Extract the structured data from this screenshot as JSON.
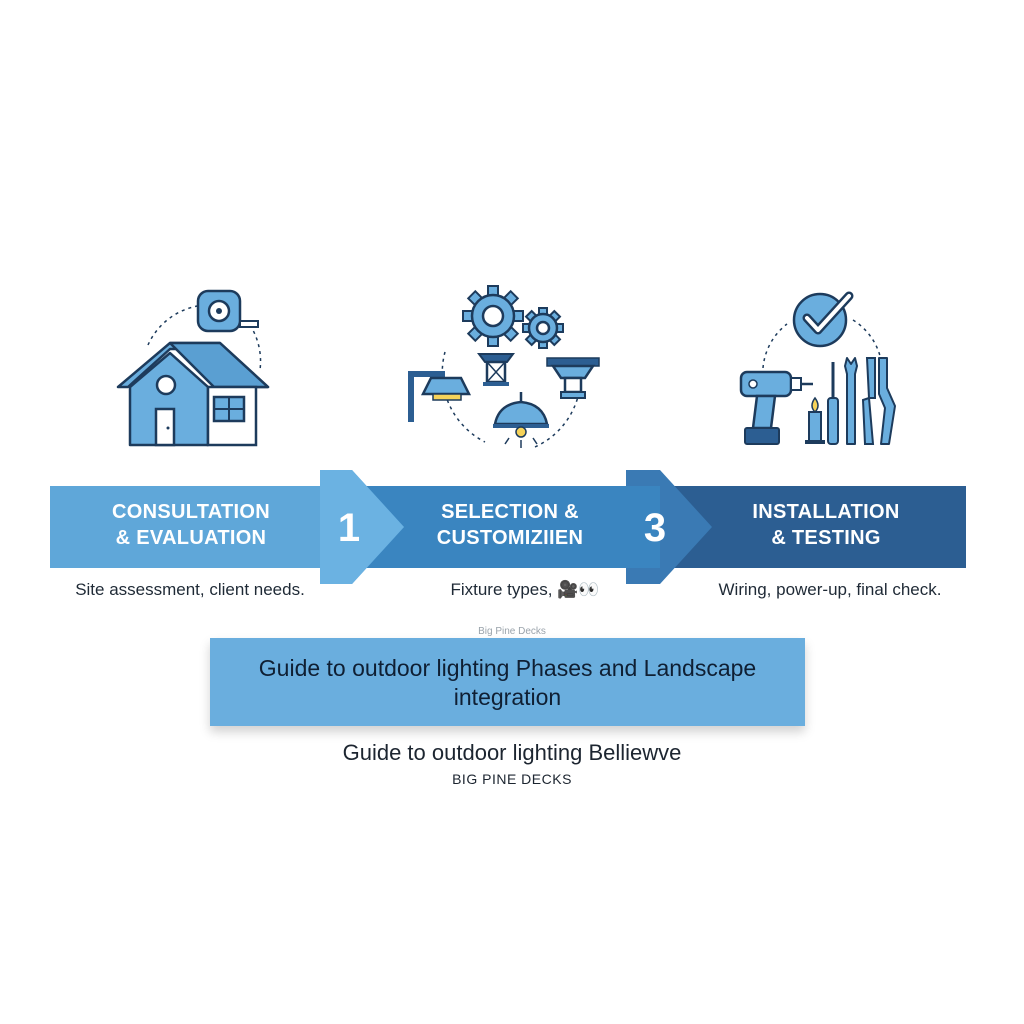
{
  "colors": {
    "step1": "#5fa7d9",
    "step2": "#3a85c0",
    "step3": "#2c5e92",
    "icon_fill": "#6aaede",
    "icon_stroke": "#1d3b5c",
    "accent_yellow": "#f6d35a"
  },
  "steps": [
    {
      "title_line1": "CONSULTATION",
      "title_line2": "& EVALUATION",
      "description": "Site assessment, client needs.",
      "icon": "house-tape-measure-icon"
    },
    {
      "number": "1",
      "title_line1": "SELECTION &",
      "title_line2": "CUSTOMIZIIEN",
      "description": "Fixture types, 🎥👀",
      "icon": "gears-lamps-icon"
    },
    {
      "number": "3",
      "title_line1": "INSTALLATION",
      "title_line2": "& TESTING",
      "description": "Wiring, power-up, final check.",
      "icon": "tools-checkmark-icon"
    }
  ],
  "brand_small": "Big Pine Decks",
  "banner": {
    "line1": "Guide to outdoor lighting Phases and Landscape",
    "line2": "integration"
  },
  "subtitle": "Guide to outdoor lighting Belliewve",
  "brand_footer": "BIG PINE DECKS"
}
